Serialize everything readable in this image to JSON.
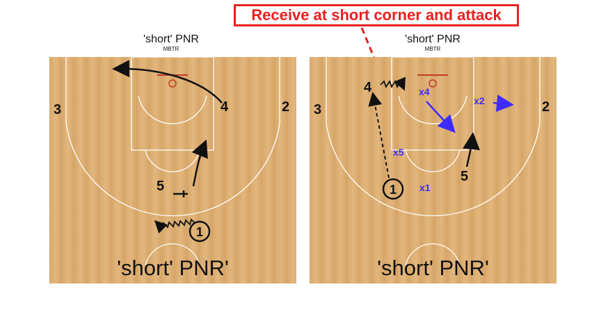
{
  "callout": {
    "text": "Receive at short corner and attack",
    "color": "#e8201e"
  },
  "colors": {
    "court_wood": "#dcae72",
    "court_line": "#ffffff",
    "rim": "#c0392b",
    "offense": "#111111",
    "defense": "#3d2bff"
  },
  "panels": [
    {
      "title": "'short' PNR",
      "subtitle": "MBTR",
      "caption": "'short' PNR'",
      "players": {
        "p1": "1",
        "p2": "2",
        "p3": "3",
        "p4": "4",
        "p5": "5"
      }
    },
    {
      "title": "'short' PNR",
      "subtitle": "MBTR",
      "caption": "'short' PNR'",
      "players": {
        "p1": "1",
        "p2": "2",
        "p3": "3",
        "p4": "4",
        "p5": "5"
      },
      "defenders": {
        "x1": "x1",
        "x2": "x2",
        "x4": "x4",
        "x5": "x5"
      }
    }
  ]
}
